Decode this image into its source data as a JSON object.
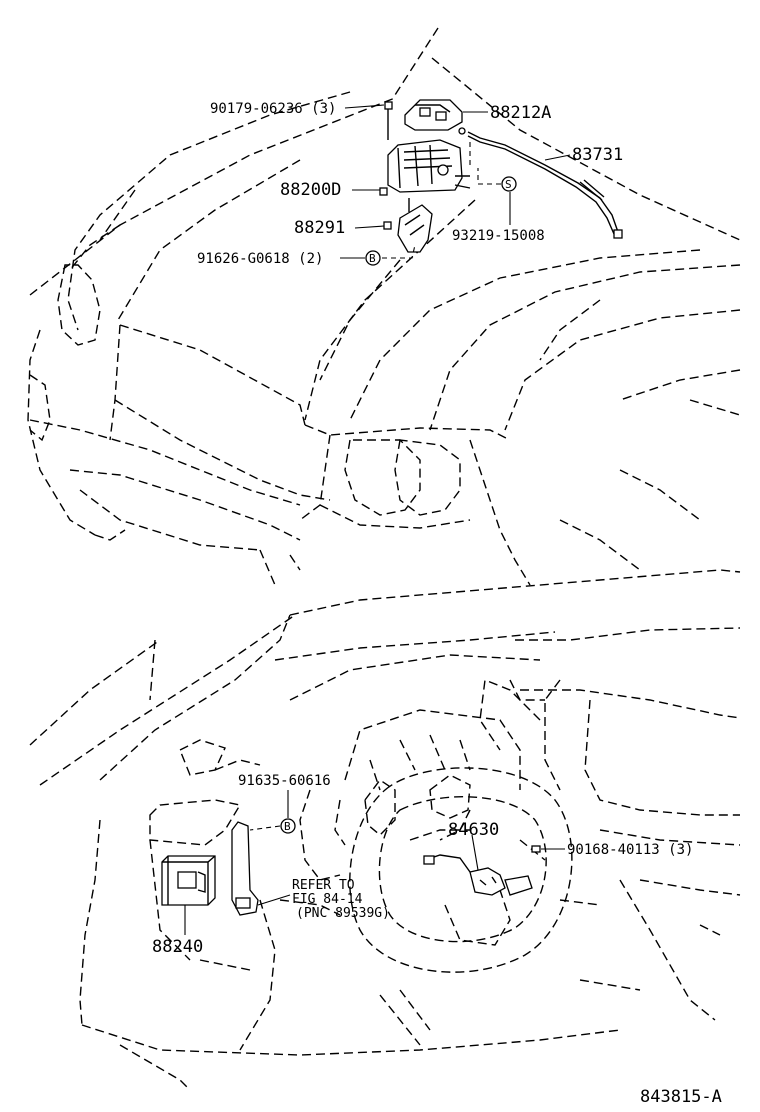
{
  "labels": {
    "p_90179": "90179-06236 (3)",
    "p_88212A": "88212A",
    "p_83731": "83731",
    "p_88200D": "88200D",
    "p_88291": "88291",
    "p_93219": "93219-15008",
    "p_91626": "91626-G0618 (2)",
    "p_91635": "91635-60616",
    "p_84630": "84630",
    "p_90168": "90168-40113 (3)",
    "p_88240": "88240",
    "refer_1": "REFER TO",
    "refer_2": "FIG 84-14",
    "refer_3": "(PNC 89539G)",
    "figure_id": "843815-A"
  },
  "markers": {
    "s": "S",
    "b_top": "B",
    "b_bottom": "B"
  }
}
